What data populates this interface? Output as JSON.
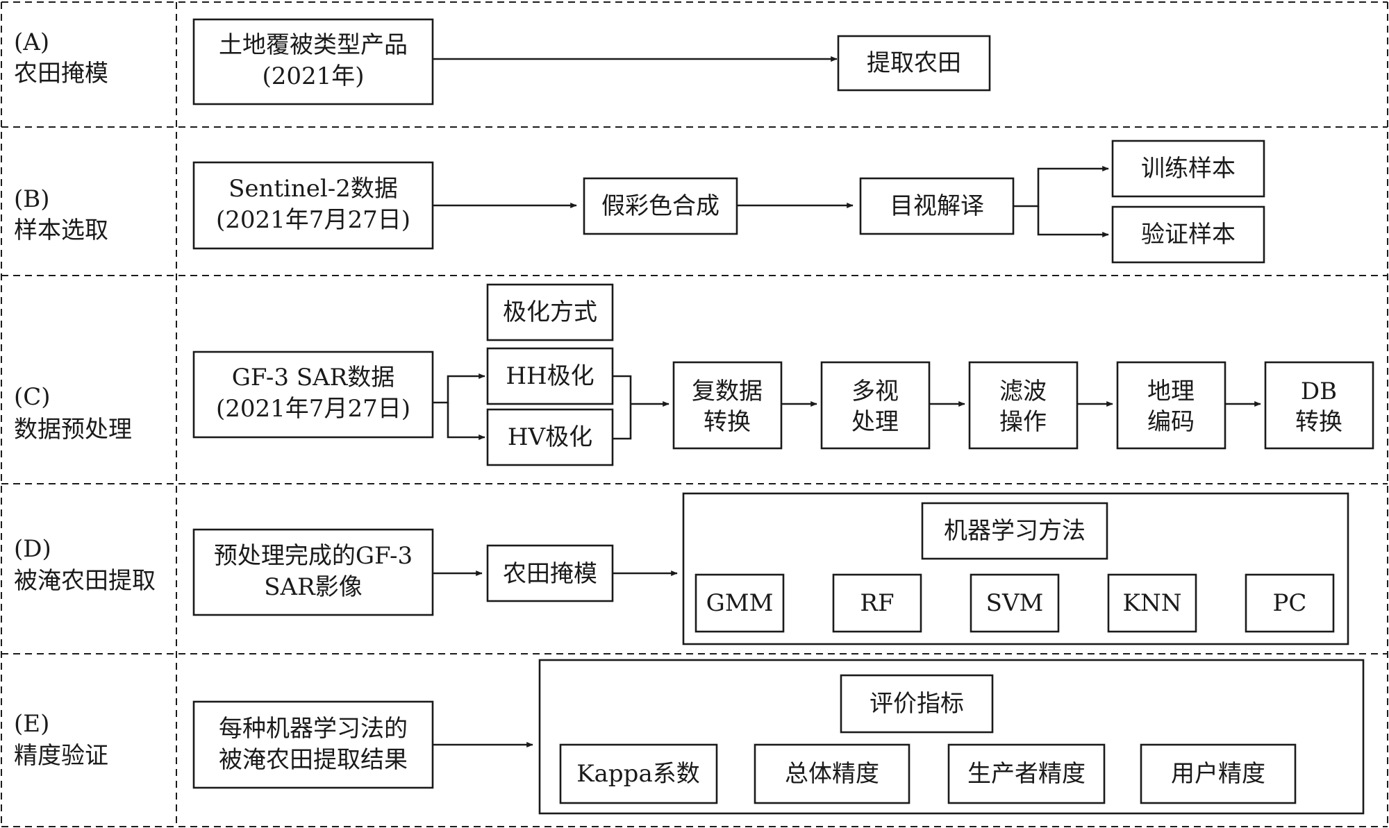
{
  "sections": {
    "A": {
      "tag": "(A)",
      "name": "农田掩模"
    },
    "B": {
      "tag": "(B)",
      "name": "样本选取"
    },
    "C": {
      "tag": "(C)",
      "name": "数据预处理"
    },
    "D": {
      "tag": "(D)",
      "name": "被淹农田提取"
    },
    "E": {
      "tag": "(E)",
      "name": "精度验证"
    }
  },
  "row_a": {
    "land_cover_product": [
      "土地覆被类型产品",
      "(2021年)"
    ],
    "extract_farmland": "提取农田"
  },
  "row_b": {
    "sentinel_data": [
      "Sentinel-2数据",
      "(2021年7月27日)"
    ],
    "false_color": "假彩色合成",
    "visual_interpretation": "目视解译",
    "training_samples": "训练样本",
    "validation_samples": "验证样本"
  },
  "row_c": {
    "gf3_data": [
      "GF-3 SAR数据",
      "(2021年7月27日)"
    ],
    "polarization_mode": "极化方式",
    "hh": "HH极化",
    "hv": "HV极化",
    "steps": [
      [
        "复数据",
        "转换"
      ],
      [
        "多视",
        "处理"
      ],
      [
        "滤波",
        "操作"
      ],
      [
        "地理",
        "编码"
      ],
      [
        "DB",
        "转换"
      ]
    ]
  },
  "row_d": {
    "preprocessed_image": [
      "预处理完成的GF-3",
      "SAR影像"
    ],
    "farmland_mask": "农田掩模",
    "ml_methods": "机器学习方法",
    "methods": [
      "GMM",
      "RF",
      "SVM",
      "KNN",
      "PC"
    ]
  },
  "row_e": {
    "results": [
      "每种机器学习法的",
      "被淹农田提取结果"
    ],
    "metrics_title": "评价指标",
    "metrics": [
      "Kappa系数",
      "总体精度",
      "生产者精度",
      "用户精度"
    ]
  }
}
